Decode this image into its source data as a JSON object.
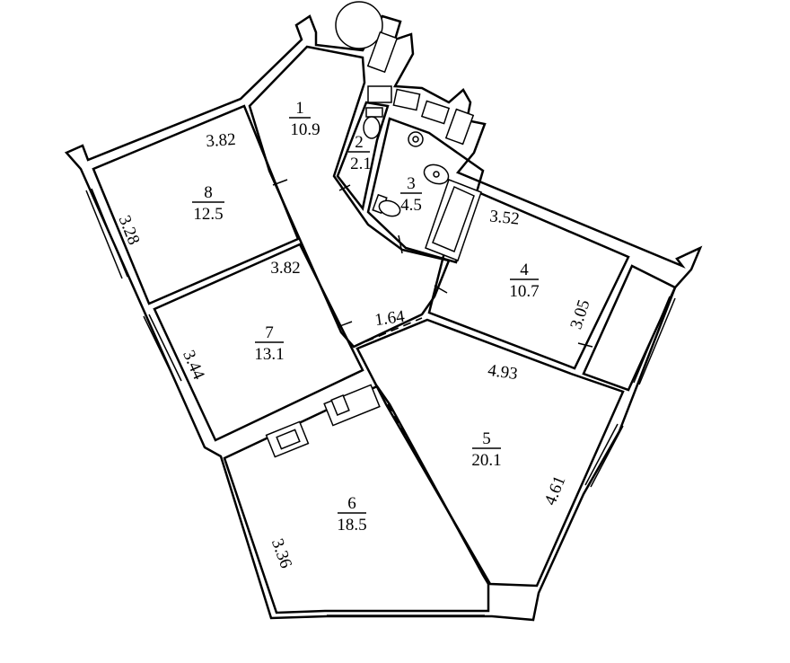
{
  "rooms": [
    {
      "number": "1",
      "area": "10.9"
    },
    {
      "number": "2",
      "area": "2.1"
    },
    {
      "number": "3",
      "area": "4.5"
    },
    {
      "number": "4",
      "area": "10.7"
    },
    {
      "number": "5",
      "area": "20.1"
    },
    {
      "number": "6",
      "area": "18.5"
    },
    {
      "number": "7",
      "area": "13.1"
    },
    {
      "number": "8",
      "area": "12.5"
    }
  ],
  "dimensions": {
    "room8_top": "3.82",
    "room8_left": "3.28",
    "room7_top": "3.82",
    "room7_left": "3.44",
    "opening_1_5": "1.64",
    "room4_top": "3.52",
    "room4_right": "3.05",
    "room5_top": "4.93",
    "room5_right": "4.61",
    "room6_left": "3.36"
  }
}
